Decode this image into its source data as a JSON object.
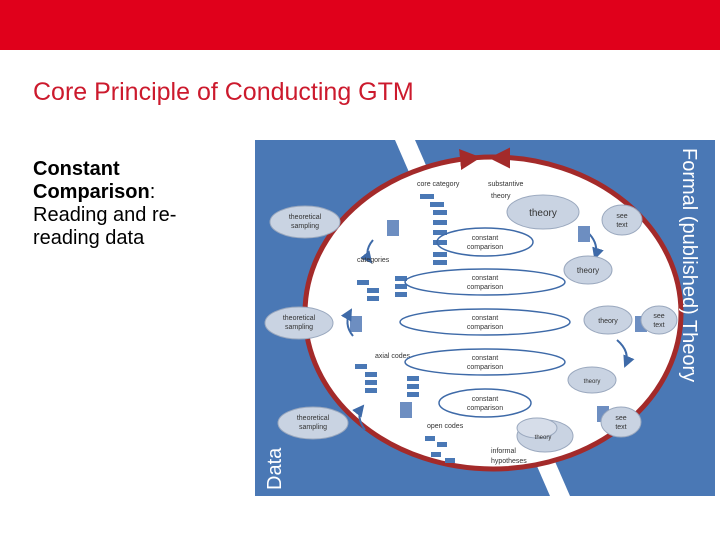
{
  "colors": {
    "top_bar": "#e0001b",
    "title": "#cc1a2d",
    "diagram_blue": "#4a78b5",
    "circle_red": "#a32a2a",
    "circle_fill": "#ffffff"
  },
  "slide": {
    "title": "Core Principle of Conducting GTM",
    "body_bold": "Constant Comparison",
    "body_colon": ":",
    "body_rest": "Reading and re-reading data"
  },
  "diagram": {
    "side_formal": "Formal (published) Theory",
    "side_data": "Data",
    "core_category": "core category",
    "substantive_theory": [
      "substantive",
      "theory"
    ],
    "theoretical_sampling": [
      "theoretical",
      "sampling"
    ],
    "categories": "categories",
    "axial_codes": "axial codes",
    "open_codes": "open codes",
    "informal_hypotheses": [
      "informal",
      "hypotheses"
    ],
    "constant_comparison": [
      "constant",
      "comparison"
    ],
    "theory": "theory",
    "see_text": [
      "see",
      "text"
    ]
  }
}
